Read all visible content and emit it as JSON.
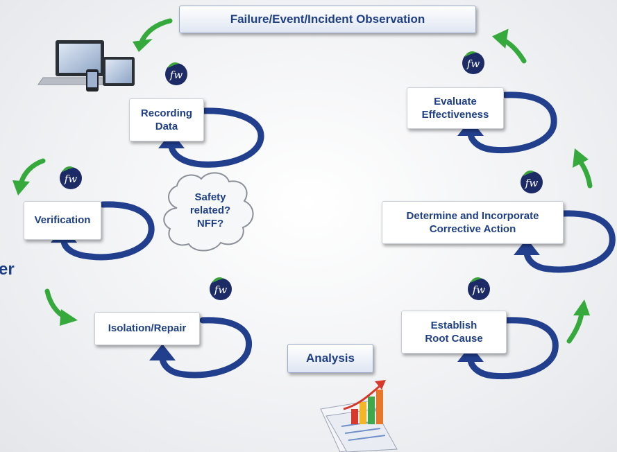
{
  "diagram": {
    "header": "Failure/Event/Incident Observation",
    "steps": {
      "recording": "Recording\nData",
      "verification": "Verification",
      "isolation": "Isolation/Repair",
      "evaluate": "Evaluate\nEffectiveness",
      "corrective": "Determine and Incorporate\nCorrective Action",
      "root_cause": "Establish\nRoot Cause"
    },
    "cloud": "Safety\nrelated?\nNFF?",
    "analysis": "Analysis",
    "left_edge_fragment": "er"
  },
  "colors": {
    "loop_arrow": "#223f8e",
    "green_arrow": "#36a93c",
    "text": "#1e3f86",
    "logo_bg": "#1c2a66",
    "logo_leaf": "#3ba33a"
  }
}
